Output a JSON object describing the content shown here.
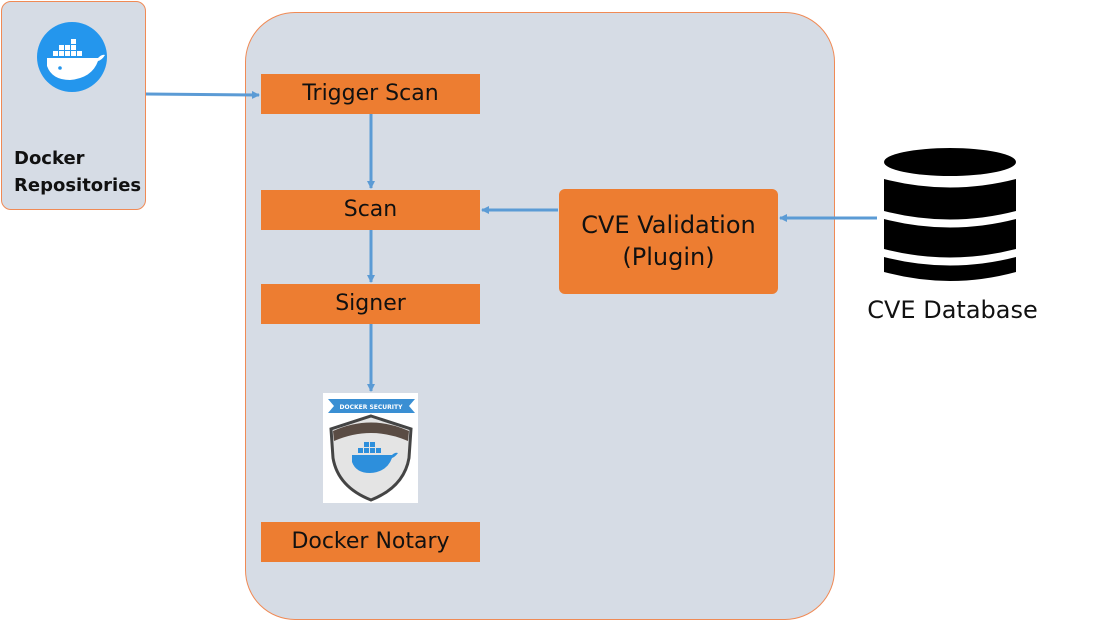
{
  "repository": {
    "label_line1": "Docker",
    "label_line2": "Repositories"
  },
  "pipeline": {
    "trigger_scan": "Trigger Scan",
    "scan": "Scan",
    "signer": "Signer",
    "notary": "Docker Notary",
    "security_badge_banner": "DOCKER SECURITY"
  },
  "cve_validation": {
    "line1": "CVE Validation",
    "line2": "(Plugin)"
  },
  "cve_database": {
    "label": "CVE Database"
  },
  "colors": {
    "panel_fill": "#d6dce5",
    "panel_border": "#f08a55",
    "box_fill": "#ed7d31",
    "arrow": "#5b9bd5",
    "docker_blue": "#2496ed"
  }
}
